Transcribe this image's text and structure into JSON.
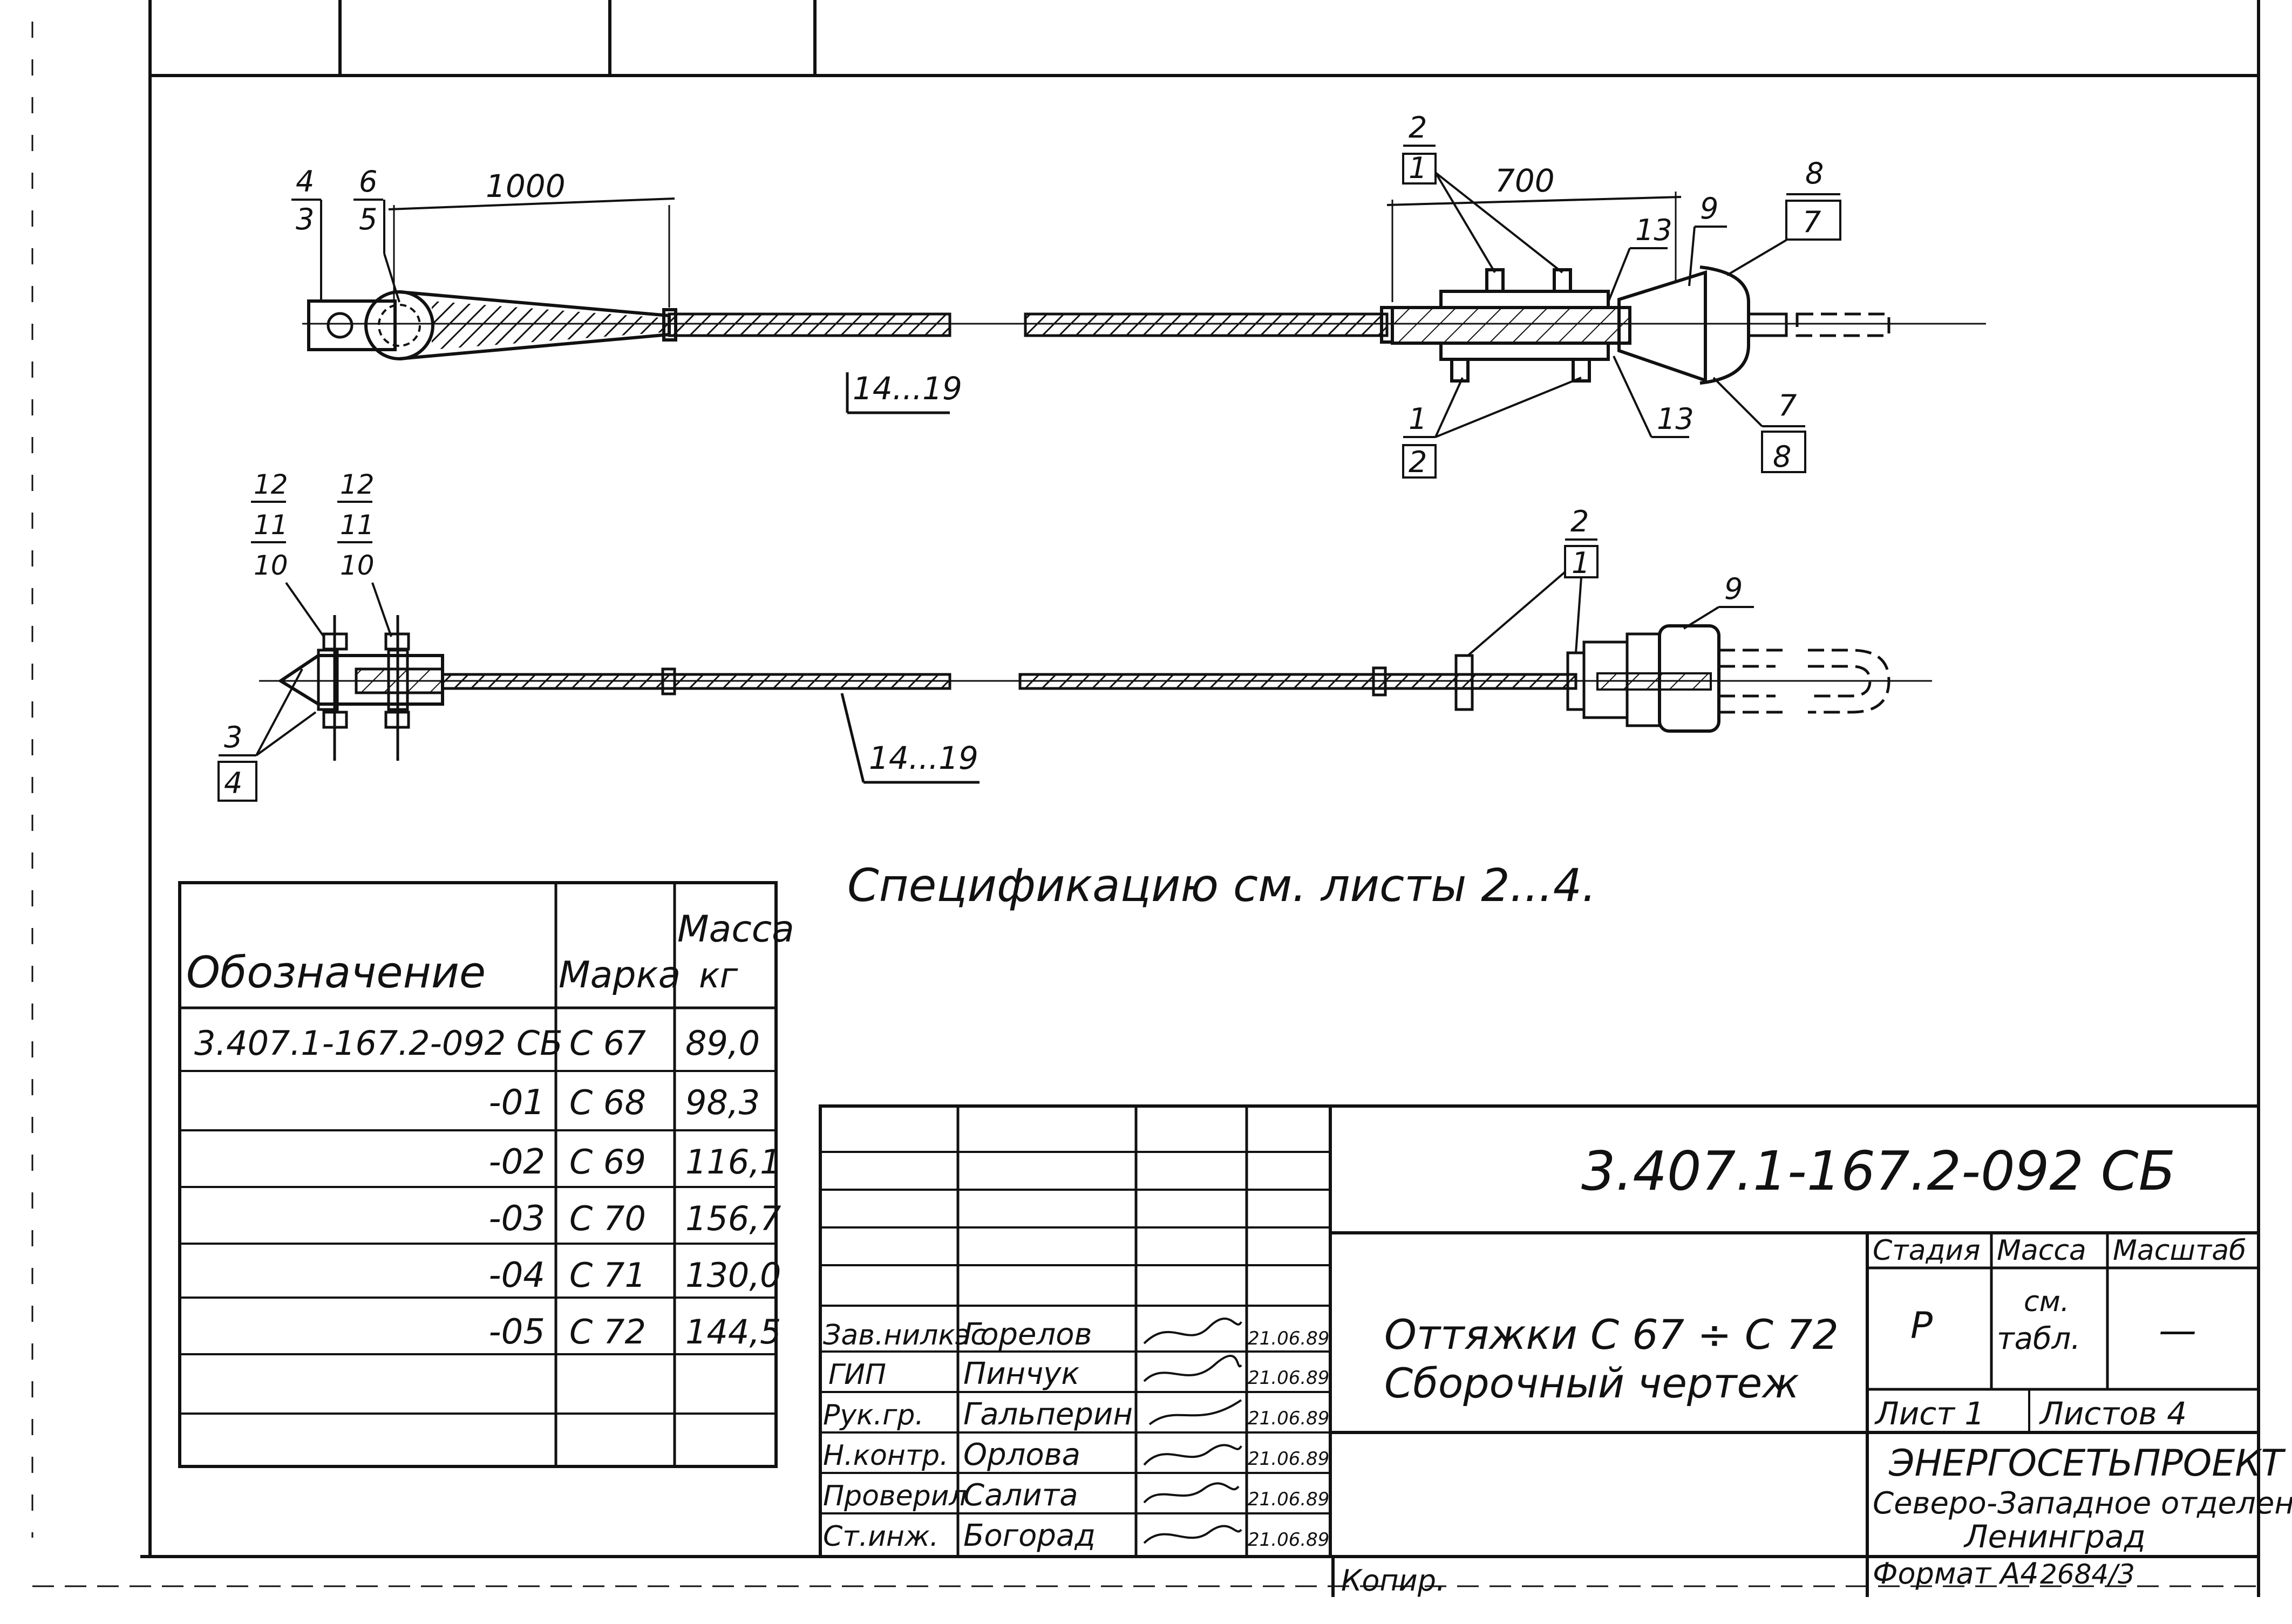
{
  "note": "Спецификацию см. листы 2...4.",
  "dims": {
    "left": "1000",
    "right": "700"
  },
  "callouts": {
    "top_left_4_3": [
      "4",
      "3"
    ],
    "top_left_6_5": [
      "6",
      "5"
    ],
    "top_rope": "14...19",
    "top_right_2_1": [
      "2",
      "1"
    ],
    "top_right_13a": "13",
    "top_right_9": "9",
    "top_right_8_7": [
      "8",
      "7"
    ],
    "top_right_1_2": [
      "1",
      "2"
    ],
    "top_right_13b": "13",
    "top_right_7_8": [
      "7",
      "8"
    ],
    "bot_left_a": [
      "12",
      "11",
      "10"
    ],
    "bot_left_b": [
      "12",
      "11",
      "10"
    ],
    "bot_left_3_4": [
      "3",
      "4"
    ],
    "bot_rope": "14...19",
    "bot_right_2_1": [
      "2",
      "1"
    ],
    "bot_right_9": "9"
  },
  "mass_table": {
    "headers": [
      "Обозначение",
      "Марка",
      "Масса",
      "кг"
    ],
    "rows": [
      [
        "3.407.1-167.2-092 СБ",
        "С 67",
        "89,0"
      ],
      [
        "-01",
        "С 68",
        "98,3"
      ],
      [
        "-02",
        "С 69",
        "116,1"
      ],
      [
        "-03",
        "С 70",
        "156,7"
      ],
      [
        "-04",
        "С 71",
        "130,0"
      ],
      [
        "-05",
        "С 72",
        "144,5"
      ]
    ]
  },
  "title_block": {
    "code": "3.407.1-167.2-092 СБ",
    "title_line1": "Оттяжки С 67 ÷ С 72",
    "title_line2": "Сборочный чертеж",
    "stage_header": "Стадия",
    "mass_header": "Масса",
    "scale_header": "Масштаб",
    "stage_value": "Р",
    "mass_value_1": "см.",
    "mass_value_2": "табл.",
    "scale_value": "—",
    "sheet": "Лист 1",
    "sheets": "Листов 4",
    "org1": "ЭНЕРГОСЕТЬПРОЕКТ",
    "org2": "Северо-Западное отделение",
    "org3": "Ленинград",
    "format": "Формат А4",
    "number": "2684/3",
    "copied": "Копир.",
    "signers": [
      {
        "role": "Зав.нилкэс",
        "name": "Горелов",
        "date": "21.06.89"
      },
      {
        "role": "ГИП",
        "name": "Пинчук",
        "date": "21.06.89"
      },
      {
        "role": "Рук.гр.",
        "name": "Гальперин",
        "date": "21.06.89"
      },
      {
        "role": "Н.контр.",
        "name": "Орлова",
        "date": "21.06.89"
      },
      {
        "role": "Проверил",
        "name": "Салита",
        "date": "21.06.89"
      },
      {
        "role": "Ст.инж.",
        "name": "Богорад",
        "date": "21.06.89"
      }
    ]
  }
}
